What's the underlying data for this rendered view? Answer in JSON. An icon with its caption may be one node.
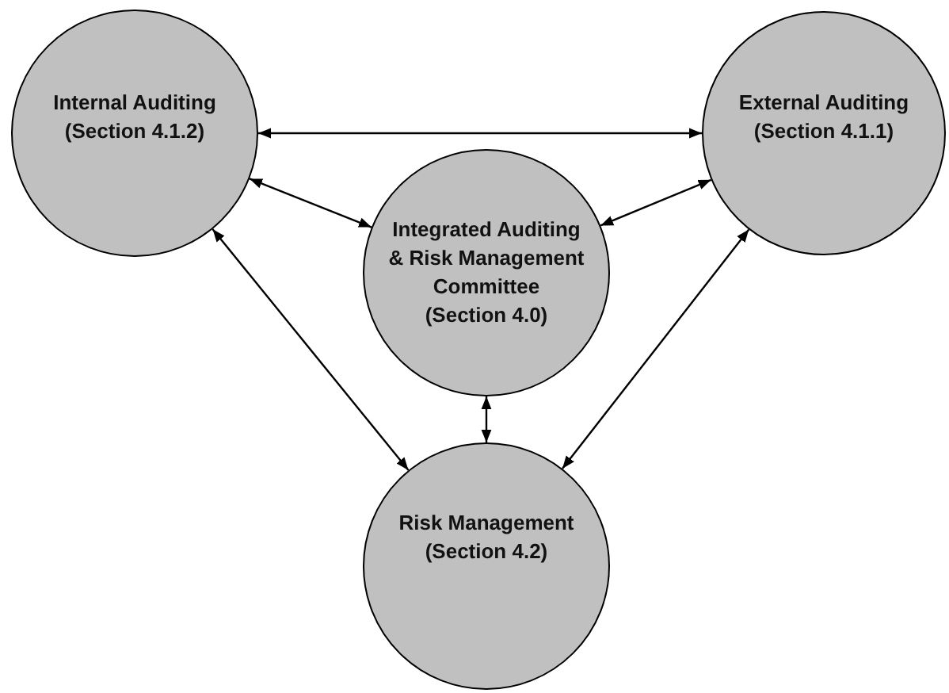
{
  "diagram": {
    "nodes": [
      {
        "text": [
          "Internal Auditing",
          "(Section 4.1.2)"
        ]
      },
      {
        "text": [
          "External Auditing",
          "(Section 4.1.1)"
        ]
      },
      {
        "text": [
          "Integrated Auditing & Risk Management Committee",
          "(Section 4.0)"
        ]
      },
      {
        "text": [
          "Risk Management",
          "(Section 4.2)"
        ]
      }
    ],
    "edges": [
      {
        "from": 0,
        "to": 1,
        "arrow": "both"
      },
      {
        "from": 0,
        "to": 2,
        "arrow": "both"
      },
      {
        "from": 1,
        "to": 2,
        "arrow": "both"
      },
      {
        "from": 2,
        "to": 3,
        "arrow": "both"
      },
      {
        "from": 0,
        "to": 3,
        "arrow": "both"
      },
      {
        "from": 1,
        "to": 3,
        "arrow": "both"
      }
    ]
  }
}
